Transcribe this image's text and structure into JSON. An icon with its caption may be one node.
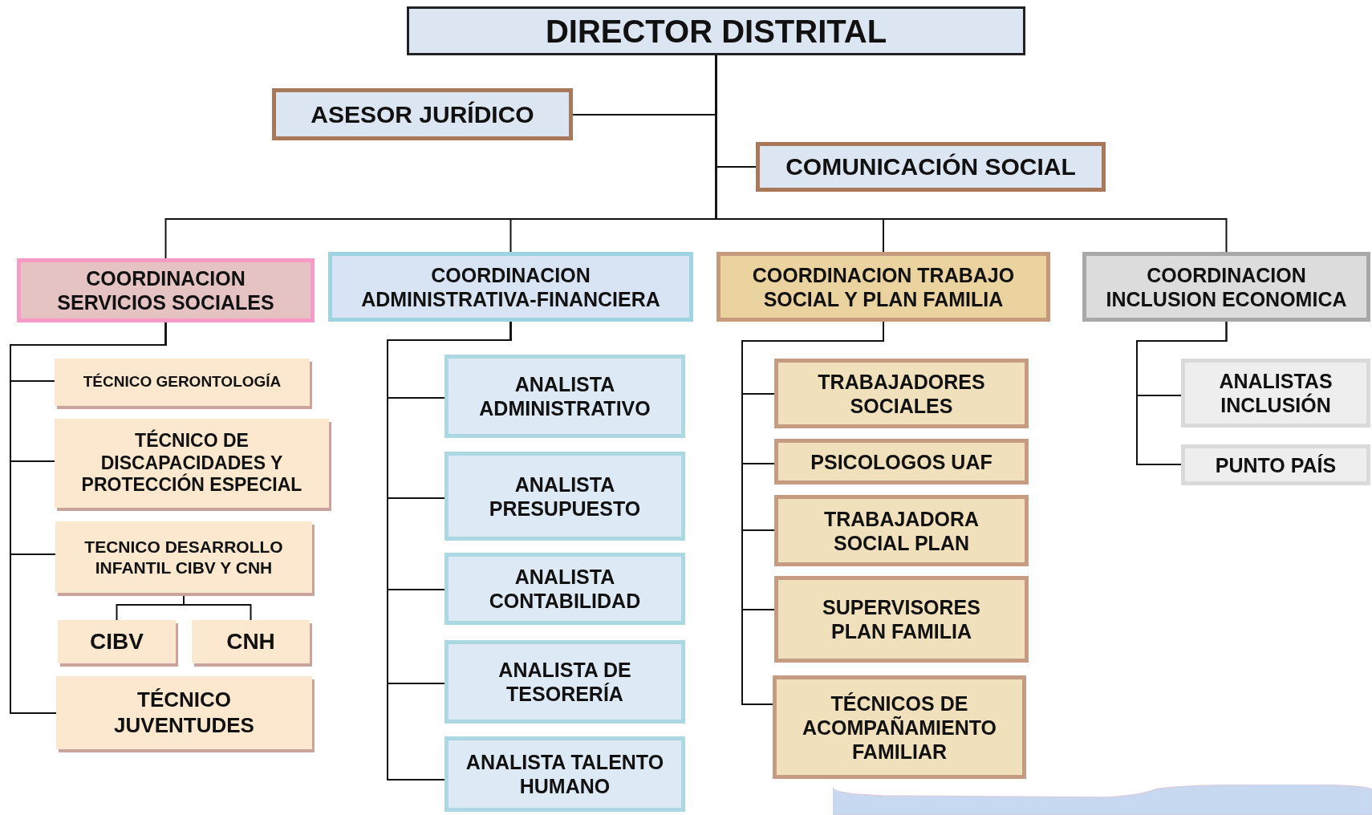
{
  "diagram": {
    "nodes": [
      {
        "text": [
          "DIRECTOR DISTRITAL"
        ]
      },
      {
        "text": [
          "ASESOR JURÍDICO"
        ]
      },
      {
        "text": [
          "COMUNICACIÓN SOCIAL"
        ]
      },
      {
        "text": [
          "COORDINACION SERVICIOS SOCIALES"
        ]
      },
      {
        "text": [
          "COORDINACION ADMINISTRATIVA-FINANCIERA"
        ]
      },
      {
        "text": [
          "COORDINACION TRABAJO SOCIAL Y PLAN FAMILIA"
        ]
      },
      {
        "text": [
          "COORDINACION INCLUSION ECONOMICA"
        ]
      },
      {
        "text": [
          "TÉCNICO GERONTOLOGÍA"
        ]
      },
      {
        "text": [
          "TÉCNICO DE DISCAPACIDADES Y PROTECCIÓN ESPECIAL"
        ]
      },
      {
        "text": [
          "TECNICO DESARROLLO INFANTIL CIBV Y CNH"
        ]
      },
      {
        "text": [
          "CIBV"
        ]
      },
      {
        "text": [
          "CNH"
        ]
      },
      {
        "text": [
          "TÉCNICO JUVENTUDES"
        ]
      },
      {
        "text": [
          "ANALISTA ADMINISTRATIVO"
        ]
      },
      {
        "text": [
          "ANALISTA PRESUPUESTO"
        ]
      },
      {
        "text": [
          "ANALISTA CONTABILIDAD"
        ]
      },
      {
        "text": [
          "ANALISTA DE TESORERÍA"
        ]
      },
      {
        "text": [
          "ANALISTA TALENTO HUMANO"
        ]
      },
      {
        "text": [
          "TRABAJADORES SOCIALES"
        ]
      },
      {
        "text": [
          "PSICOLOGOS UAF"
        ]
      },
      {
        "text": [
          "TRABAJADORA SOCIAL PLAN"
        ]
      },
      {
        "text": [
          "SUPERVISORES PLAN FAMILIA"
        ]
      },
      {
        "text": [
          "TÉCNICOS DE ACOMPAÑAMIENTO FAMILIAR"
        ]
      },
      {
        "text": [
          "ANALISTAS INCLUSIÓN"
        ]
      },
      {
        "text": [
          "PUNTO PAÍS"
        ]
      },
      {
        "text": [],
        "shape": "banner"
      }
    ],
    "edges": [
      {
        "from": 0,
        "to": 1,
        "arrow": "none"
      },
      {
        "from": 0,
        "to": 2,
        "arrow": "none"
      },
      {
        "from": 0,
        "to": 3,
        "arrow": "none"
      },
      {
        "from": 0,
        "to": 4,
        "arrow": "none"
      },
      {
        "from": 0,
        "to": 5,
        "arrow": "none"
      },
      {
        "from": 0,
        "to": 6,
        "arrow": "none"
      },
      {
        "from": 3,
        "to": 7,
        "arrow": "none"
      },
      {
        "from": 3,
        "to": 8,
        "arrow": "none"
      },
      {
        "from": 3,
        "to": 9,
        "arrow": "none"
      },
      {
        "from": 3,
        "to": 12,
        "arrow": "none"
      },
      {
        "from": 9,
        "to": 10,
        "arrow": "none"
      },
      {
        "from": 9,
        "to": 11,
        "arrow": "none"
      },
      {
        "from": 4,
        "to": 13,
        "arrow": "none"
      },
      {
        "from": 4,
        "to": 14,
        "arrow": "none"
      },
      {
        "from": 4,
        "to": 15,
        "arrow": "none"
      },
      {
        "from": 4,
        "to": 16,
        "arrow": "none"
      },
      {
        "from": 4,
        "to": 17,
        "arrow": "none"
      },
      {
        "from": 5,
        "to": 18,
        "arrow": "none"
      },
      {
        "from": 5,
        "to": 19,
        "arrow": "none"
      },
      {
        "from": 5,
        "to": 20,
        "arrow": "none"
      },
      {
        "from": 5,
        "to": 21,
        "arrow": "none"
      },
      {
        "from": 5,
        "to": 22,
        "arrow": "none"
      },
      {
        "from": 6,
        "to": 23,
        "arrow": "none"
      },
      {
        "from": 6,
        "to": 24,
        "arrow": "none"
      }
    ]
  }
}
